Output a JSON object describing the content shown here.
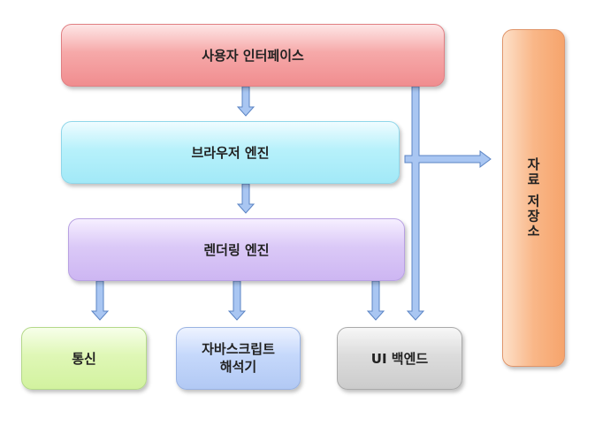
{
  "boxes": {
    "user_interface": "사용자 인터페이스",
    "browser_engine": "브라우저 엔진",
    "rendering_engine": "렌더링 엔진",
    "networking": "통신",
    "js_interpreter": "자바스크립트\n해석기",
    "ui_backend": "UI 백엔드",
    "data_storage": "자료 저장소"
  },
  "colors": {
    "arrow_fill": "#a9c6f2",
    "arrow_stroke": "#5b84c4"
  }
}
